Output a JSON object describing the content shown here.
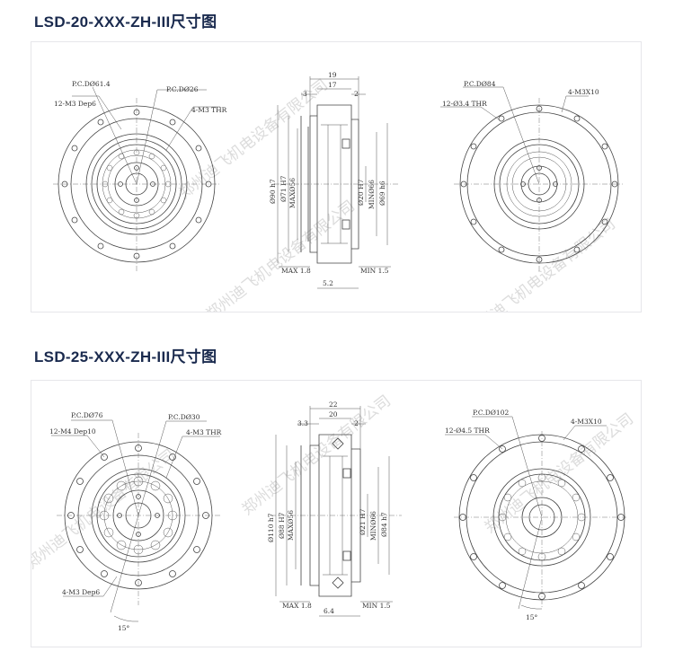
{
  "drawings": [
    {
      "title": "LSD-20-XXX-ZH-III尺寸图",
      "front": {
        "pcd_outer": "P.C.DØ61.4",
        "holes_outer": "12-M3 Dep6",
        "pcd_inner": "P.C.DØ26",
        "holes_inner": "4-M3 THR"
      },
      "side": {
        "w_total": "19",
        "w_mid": "17",
        "w_left": "3",
        "w_right": "2",
        "d1": "Ø90 h7",
        "d2": "Ø71 H7",
        "d3": "MAXØ56",
        "d4": "Ø20 H7",
        "d5": "MINØ66",
        "d6": "Ø69 h6",
        "max_gap": "MAX 1.8",
        "min_gap": "MIN 1.5",
        "w_bottom": "5.2"
      },
      "back": {
        "pcd": "P.C.DØ84",
        "holes": "12-Ø3.4 THR",
        "tap": "4-M3X10"
      }
    },
    {
      "title": "LSD-25-XXX-ZH-III尺寸图",
      "front": {
        "pcd_outer": "P.C.DØ76",
        "holes_outer": "12-M4 Dep10",
        "pcd_inner": "P.C.DØ30",
        "holes_inner": "4-M3 THR",
        "holes_extra": "4-M3 Dep6",
        "angle": "15°"
      },
      "side": {
        "w_total": "22",
        "w_mid": "20",
        "w_left": "3.3",
        "w_right": "2",
        "d1": "Ø110 h7",
        "d2": "Ø88 H7",
        "d3": "MAXØ56",
        "d4": "Ø21 H7",
        "d5": "MINØ66",
        "d6": "Ø84 h7",
        "max_gap": "MAX 1.8",
        "min_gap": "MIN 1.5",
        "w_bottom": "6.4"
      },
      "back": {
        "pcd": "P.C.DØ102",
        "holes": "12-Ø4.5 THR",
        "tap": "4-M3X10",
        "angle": "15°"
      }
    }
  ],
  "watermark": "郑州迪飞机电设备有限公司",
  "colors": {
    "title": "#1a2a4e",
    "line": "#444444",
    "watermark": "#d9d9d9"
  }
}
